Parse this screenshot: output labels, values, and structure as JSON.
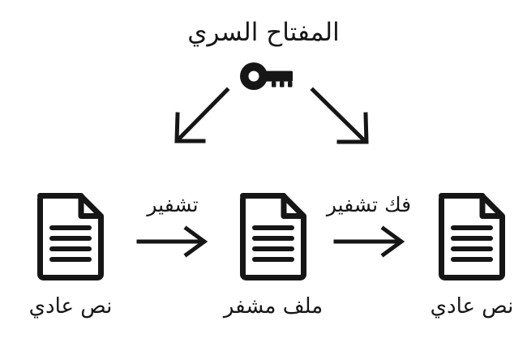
{
  "diagram": {
    "title": "المفتاح السري",
    "background_color": "#ffffff",
    "stroke_color": "#161616",
    "key_icon_name": "key-icon",
    "nodes": [
      {
        "id": "plaintext-left",
        "caption": "نص عادي",
        "icon": "document-icon"
      },
      {
        "id": "ciphertext",
        "caption": "ملف مشفر",
        "icon": "document-icon"
      },
      {
        "id": "plaintext-right",
        "caption": "نص عادي",
        "icon": "document-icon"
      }
    ],
    "transitions": [
      {
        "id": "encrypt",
        "label": "تشفير",
        "from": "plaintext-left",
        "to": "ciphertext"
      },
      {
        "id": "decrypt",
        "label": "فك تشفير",
        "from": "ciphertext",
        "to": "plaintext-right"
      }
    ],
    "key_links": [
      {
        "id": "key-to-encrypt",
        "direction": "down-left"
      },
      {
        "id": "key-to-decrypt",
        "direction": "down-right"
      }
    ]
  }
}
